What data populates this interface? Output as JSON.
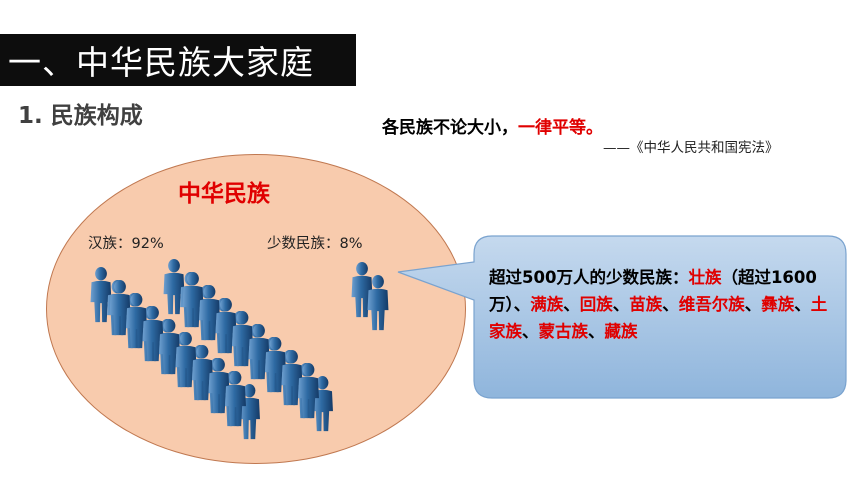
{
  "slide": {
    "section_title": "一、中华民族大家庭",
    "subtitle": "1. 民族构成"
  },
  "quote": {
    "text_before": "各民族不论大小，",
    "emphasis": "一律平等。",
    "source": "——《中华人民共和国宪法》"
  },
  "diagram": {
    "title": "中华民族",
    "han_label": "汉族：92%",
    "minority_label": "少数民族：8%",
    "han_percent": 92,
    "minority_percent": 8,
    "icon": "people-figure-icon"
  },
  "callout": {
    "intro": "超过500万人的少数民族：",
    "groups": [
      {
        "name": "壮族",
        "sep": "（超过1600万）、"
      },
      {
        "name": "满族",
        "sep": "、"
      },
      {
        "name": "回族",
        "sep": "、"
      },
      {
        "name": "苗族",
        "sep": "、"
      },
      {
        "name": "维吾尔族",
        "sep": "、"
      },
      {
        "name": "彝族",
        "sep": "、"
      },
      {
        "name": "土家族",
        "sep": "、"
      },
      {
        "name": "蒙古族",
        "sep": "、"
      },
      {
        "name": "藏族",
        "sep": ""
      }
    ]
  },
  "colors": {
    "title_bg": "#0d0d0d",
    "accent_red": "#e00000",
    "ellipse_fill": "#f8cbad",
    "callout_fill": "#9dc3e6",
    "figure_blue": "#1f4e79"
  }
}
